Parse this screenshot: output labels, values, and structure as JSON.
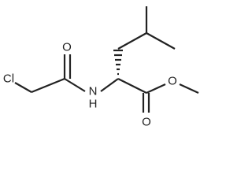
{
  "molecule": {
    "atoms": {
      "chlorine": "Cl",
      "carbonyl_oxygen_left": "O",
      "amide_nitrogen": "N",
      "amide_hydrogen": "H",
      "ester_oxygen": "O",
      "carbonyl_oxygen_right": "O"
    }
  },
  "colors": {
    "bond": "#222222",
    "label": "#222222",
    "background": "#ffffff"
  }
}
